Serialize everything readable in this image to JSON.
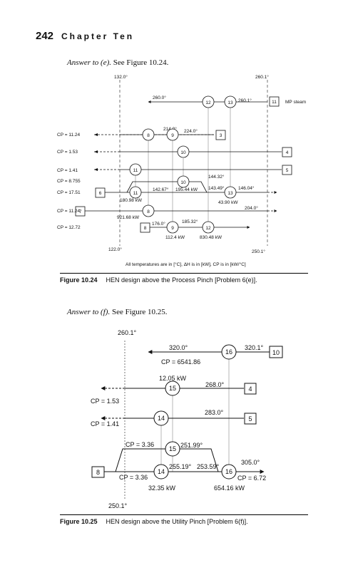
{
  "header": {
    "page_number": "242",
    "chapter_title": "Chapter Ten"
  },
  "section_e": {
    "answer_text": "Answer to (e).",
    "see_text": "See Figure 10.24."
  },
  "section_f": {
    "answer_text": "Answer to (f).",
    "see_text": "See Figure 10.25."
  },
  "figure_24": {
    "caption_label": "Figure 10.24",
    "caption_text": "HEN design above the Process Pinch [Problem 6(e)].",
    "footnote": "All temperatures are in [°C], ΔH is in [kW], CP is in [kW/°C]",
    "temps": {
      "top_left": "132.0°",
      "top_right": "260.1°",
      "bottom_left": "122.0°",
      "bottom_right": "250.1°",
      "t260": "260.0°",
      "t260_1": "260.1°",
      "t214": "214.0°",
      "t224": "224.0°",
      "t144": "144.32°",
      "t142": "142.67°",
      "t143": "143.49°",
      "t146": "146.04°",
      "t204": "204.0°",
      "t176": "176.0°",
      "t185": "185.32°"
    },
    "duties": {
      "d195": "195.44 kW",
      "d180": "180.98 kW",
      "d43": "43.90 kW",
      "d921": "921.68 kW",
      "d112": "112.4 kW",
      "d830": "830.48 kW"
    },
    "cps": {
      "cp1": "CP = 11.24",
      "cp2": "CP = 1.53",
      "cp3": "CP = 1.41",
      "cp4": "CP = 8.755",
      "cp5": "CP = 17.51",
      "cp6": "CP = 11.24",
      "cp7": "CP = 12.72"
    },
    "mp_steam": "MP steam",
    "stream_boxes": [
      "11",
      "3",
      "4",
      "5",
      "6",
      "7",
      "8"
    ],
    "exchangers": [
      "12",
      "13",
      "8",
      "9",
      "10",
      "11",
      "10",
      "11",
      "13",
      "8",
      "9",
      "12"
    ]
  },
  "figure_25": {
    "caption_label": "Figure 10.25",
    "caption_text": "HEN design above the Utility Pinch [Problem 6(f)].",
    "temps": {
      "top": "260.1°",
      "bottom": "250.1°",
      "t320": "320.0°",
      "t320_1": "320.1°",
      "t268": "268.0°",
      "t283": "283.0°",
      "t251": "251.99°",
      "t255": "255.19°",
      "t253": "253.59°",
      "t305": "305.0°"
    },
    "cps": {
      "cp_top": "CP = 6541.86",
      "cp_4": "CP = 1.53",
      "cp_5": "CP = 1.41",
      "cp_split_top": "CP = 3.36",
      "cp_split_bot": "CP = 3.36",
      "cp_out": "CP = 6.72"
    },
    "duties": {
      "d12": "12.05 kW",
      "d32": "32.35 kW",
      "d654": "654.16 kW"
    },
    "stream_boxes": [
      "10",
      "4",
      "5",
      "8"
    ],
    "exchangers": [
      "16",
      "15",
      "14",
      "15",
      "14",
      "16"
    ]
  }
}
